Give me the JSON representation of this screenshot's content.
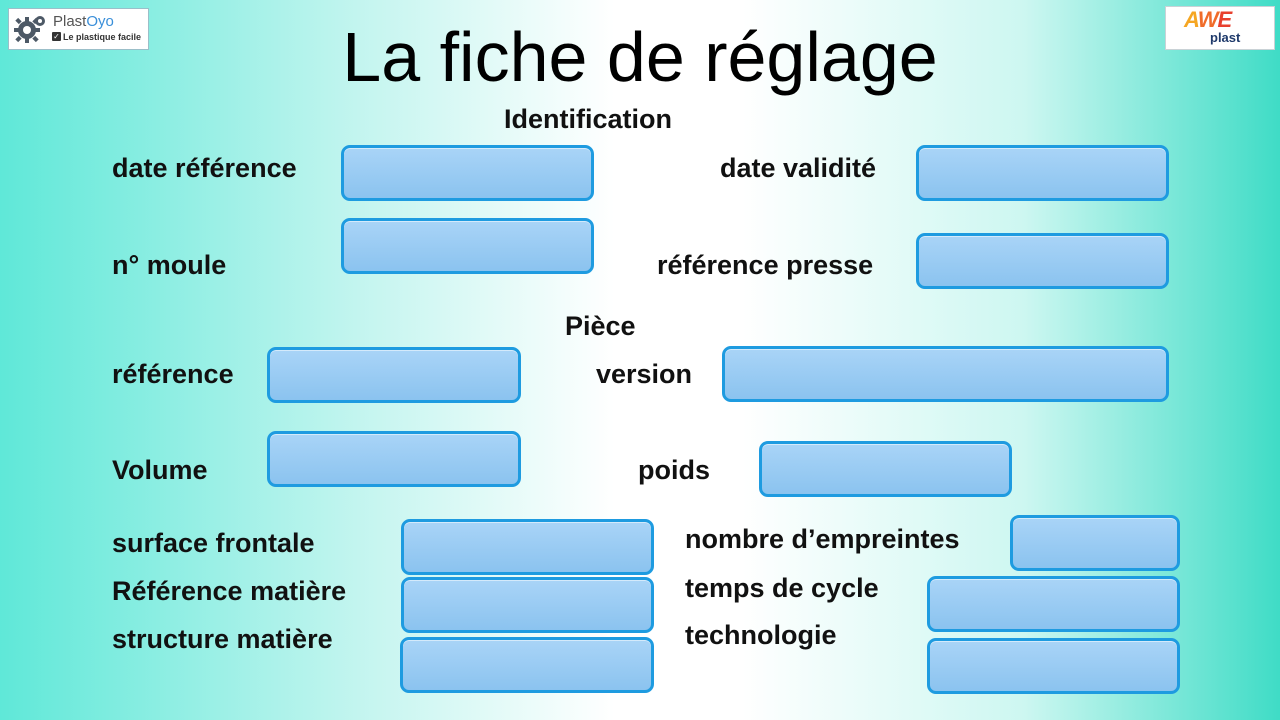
{
  "logos": {
    "left": {
      "name_part1": "Plast",
      "name_part2": "Oyo",
      "tagline": "Le plastique facile"
    },
    "right": {
      "letters": [
        "A",
        "W",
        "E"
      ],
      "sub": "plast"
    }
  },
  "title": "La fiche de réglage",
  "sections": {
    "identification": "Identification",
    "piece": "Pièce"
  },
  "fields": {
    "date_reference": {
      "label": "date référence",
      "value": ""
    },
    "date_validite": {
      "label": "date validité",
      "value": ""
    },
    "no_moule": {
      "label": "n° moule",
      "value": ""
    },
    "reference_presse": {
      "label": "référence presse",
      "value": ""
    },
    "reference": {
      "label": "référence",
      "value": ""
    },
    "version": {
      "label": "version",
      "value": ""
    },
    "volume": {
      "label": "Volume",
      "value": ""
    },
    "poids": {
      "label": "poids",
      "value": ""
    },
    "surface_frontale": {
      "label": "surface frontale",
      "value": ""
    },
    "nombre_empreintes": {
      "label": "nombre d’empreintes",
      "value": ""
    },
    "reference_matiere": {
      "label": "Référence matière",
      "value": ""
    },
    "temps_de_cycle": {
      "label": "temps de cycle",
      "value": ""
    },
    "structure_matiere": {
      "label": "structure matière",
      "value": ""
    },
    "technologie": {
      "label": "technologie",
      "value": ""
    }
  },
  "colors": {
    "field_fill": "#99ccf3",
    "field_border": "#1e9be0",
    "bg_edge": "#3fdcc6"
  }
}
